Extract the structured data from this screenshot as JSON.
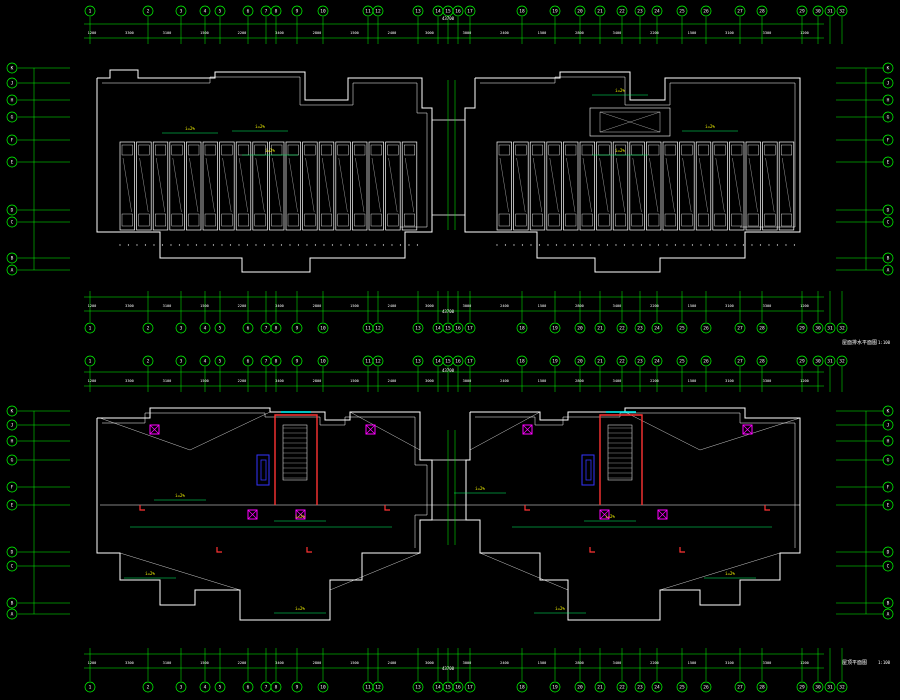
{
  "colors": {
    "background": "#000000",
    "wall": "#ffffff",
    "grid": "#00ff00",
    "text": "#ffffff",
    "label": "#ffff00",
    "stair": "#ff3333",
    "pipe": "#3333ff",
    "fixture": "#ff00ff",
    "window": "#00ffff",
    "annotation": "#00ff66"
  },
  "axes": {
    "columns": [
      "1",
      "2",
      "3",
      "4",
      "5",
      "6",
      "7",
      "8",
      "9",
      "10",
      "11",
      "12",
      "13",
      "14",
      "15",
      "16",
      "17",
      "18",
      "19",
      "20",
      "21",
      "22",
      "23",
      "24",
      "25",
      "26",
      "27",
      "28",
      "29",
      "30",
      "31",
      "32"
    ],
    "rows": [
      "K",
      "J",
      "H",
      "G",
      "F",
      "E",
      "D",
      "C",
      "B",
      "A"
    ]
  },
  "plans": [
    {
      "id": "upper",
      "title": "屋面排水平面图",
      "scale": "1:100",
      "overall": "43700",
      "top_dims": [
        "1200",
        "3300",
        "3100",
        "1500",
        "2200",
        "3400",
        "2800",
        "1500",
        "2400",
        "3000",
        "3000",
        "2400",
        "1500",
        "2800",
        "3400",
        "2200",
        "1500",
        "3100",
        "3300",
        "1200"
      ],
      "labels": [
        "i=2%",
        "i=2%",
        "i=2%",
        "i=2%",
        "i=2%",
        "i=2%"
      ]
    },
    {
      "id": "lower",
      "title": "屋顶平面图",
      "scale": "1:100",
      "overall": "43700",
      "top_dims": [
        "1200",
        "3300",
        "3100",
        "1500",
        "2200",
        "3400",
        "2800",
        "1500",
        "2400",
        "3000",
        "3000",
        "2400",
        "1500",
        "2800",
        "3400",
        "2200",
        "1500",
        "3100",
        "3300",
        "1200"
      ],
      "labels": [
        "i=2%",
        "i=2%",
        "i=2%",
        "i=2%",
        "i=2%",
        "i=2%",
        "i=2%",
        "i=2%"
      ]
    }
  ]
}
